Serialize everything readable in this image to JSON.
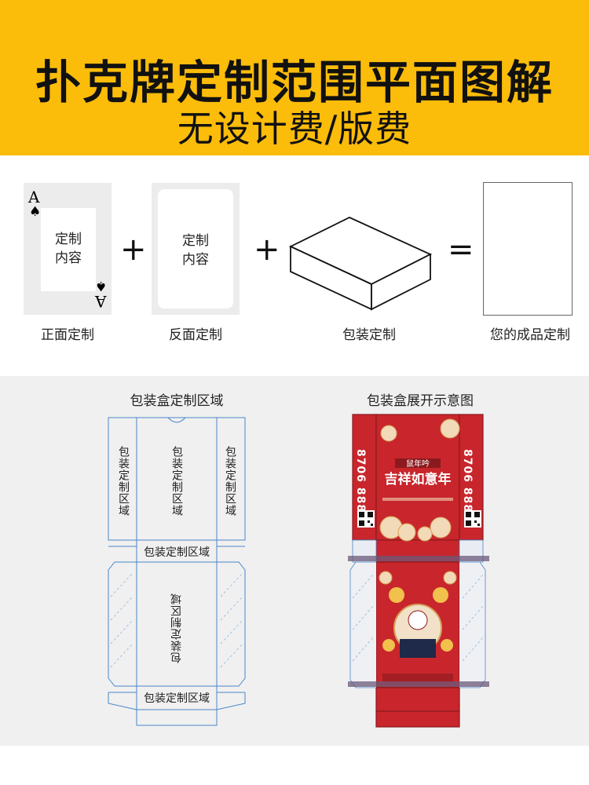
{
  "header": {
    "title": "扑克牌定制范围平面图解",
    "subtitle": "无设计费/版费"
  },
  "top_row": {
    "front_card": {
      "rank": "A",
      "content_line1": "定制",
      "content_line2": "内容",
      "caption": "正面定制"
    },
    "back_card": {
      "content_line1": "定制",
      "content_line2": "内容",
      "caption": "反面定制"
    },
    "box": {
      "caption": "包装定制"
    },
    "result": {
      "caption": "您的成品定制"
    },
    "plus": "+",
    "equals": "="
  },
  "left_panel": {
    "title": "包装盒定制区域",
    "region_label": "包装定制区域"
  },
  "right_panel": {
    "title": "包装盒展开示意图",
    "phone": "8706 8888",
    "banner": "鼠年吟",
    "slogan": "吉祥如意年"
  },
  "colors": {
    "header_bg": "#fbbc0a",
    "section_bg": "#f0f0f0",
    "dieline": "#4a86c8",
    "box_red": "#c8262c",
    "box_dark_red": "#8b1a1e"
  }
}
